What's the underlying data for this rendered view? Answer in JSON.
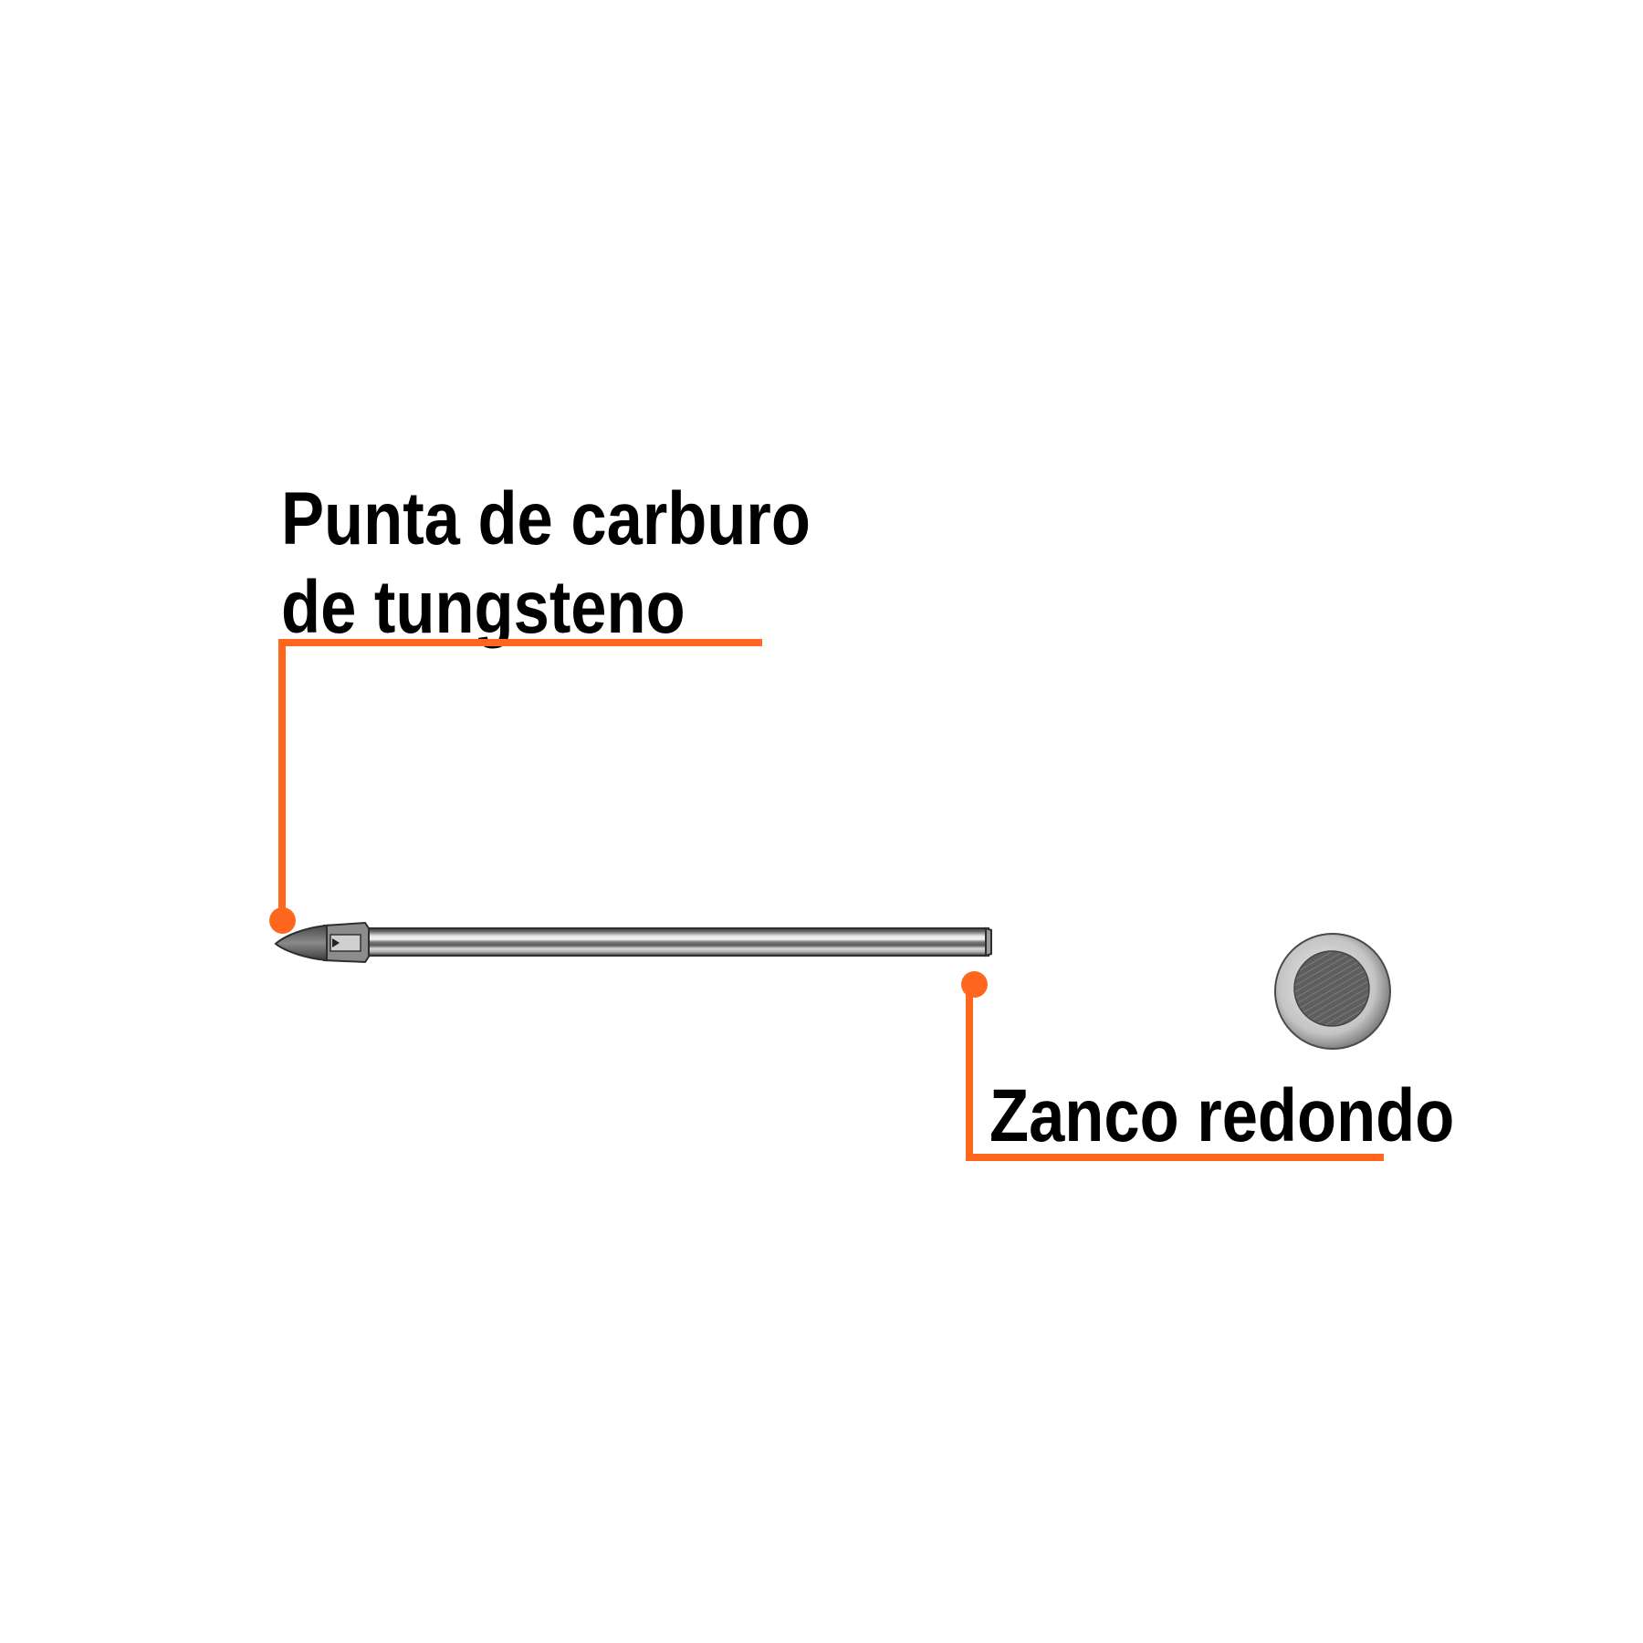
{
  "colors": {
    "accent": "#FF671F",
    "text": "#000000",
    "background": "#FFFFFF",
    "metal_dark": "#5a5a5a",
    "metal_light": "#d9d9d9"
  },
  "callouts": [
    {
      "id": "tip",
      "lines": [
        "Punta de carburo",
        "de tungsteno"
      ]
    },
    {
      "id": "shank",
      "lines": [
        "Zanco redondo"
      ]
    }
  ],
  "images": {
    "drill_bit": "drill-bit-glass-tile",
    "shank_cross_section": "round-shank-end-view"
  }
}
